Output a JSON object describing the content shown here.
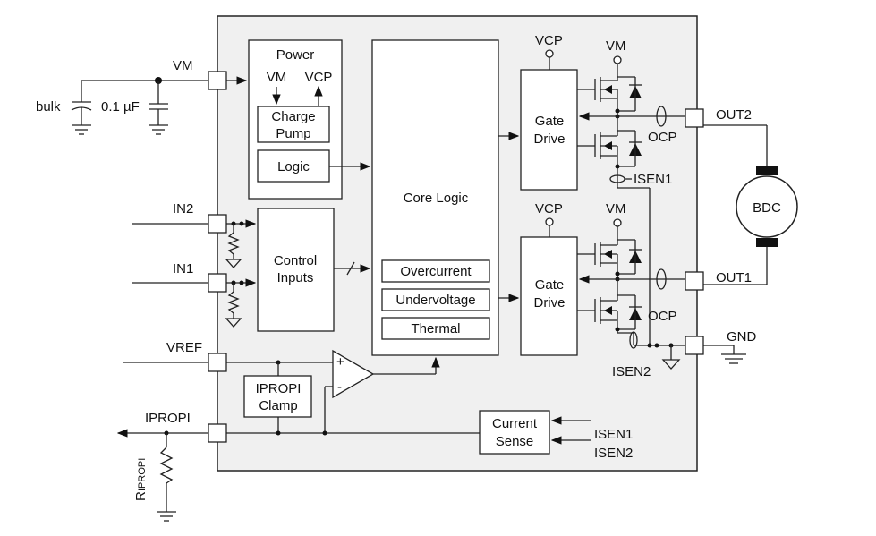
{
  "labels": {
    "vm_pin": "VM",
    "bulk": "bulk",
    "cap_01uf": "0.1 µF",
    "in2": "IN2",
    "in1": "IN1",
    "vref": "VREF",
    "ipropi": "IPROPI",
    "r_ipropi_main": "R",
    "r_ipropi_sub": "IPROPI",
    "out2": "OUT2",
    "out1": "OUT1",
    "gnd": "GND",
    "motor": "BDC",
    "vcp_top": "VCP",
    "vm_top": "VM",
    "vcp_bot": "VCP",
    "vm_bot": "VM",
    "ocp_top": "OCP",
    "ocp_bot": "OCP",
    "isen1_label": "ISEN1",
    "isen2_label": "ISEN2",
    "cs_isen1": "ISEN1",
    "cs_isen2": "ISEN2",
    "opamp_plus": "+",
    "opamp_minus": "-"
  },
  "blocks": {
    "power": {
      "title": "Power",
      "vm": "VM",
      "vcp": "VCP",
      "charge_pump_line1": "Charge",
      "charge_pump_line2": "Pump",
      "logic": "Logic"
    },
    "control_inputs": {
      "line1": "Control",
      "line2": "Inputs"
    },
    "core_logic": {
      "title": "Core Logic",
      "overcurrent": "Overcurrent",
      "undervoltage": "Undervoltage",
      "thermal": "Thermal"
    },
    "gate_drive_top": {
      "line1": "Gate",
      "line2": "Drive"
    },
    "gate_drive_bot": {
      "line1": "Gate",
      "line2": "Drive"
    },
    "ipropi_clamp": {
      "line1": "IPROPI",
      "line2": "Clamp"
    },
    "current_sense": {
      "line1": "Current",
      "line2": "Sense"
    }
  },
  "colors": {
    "chip_fill": "#f0f0f0",
    "line": "#222222"
  }
}
